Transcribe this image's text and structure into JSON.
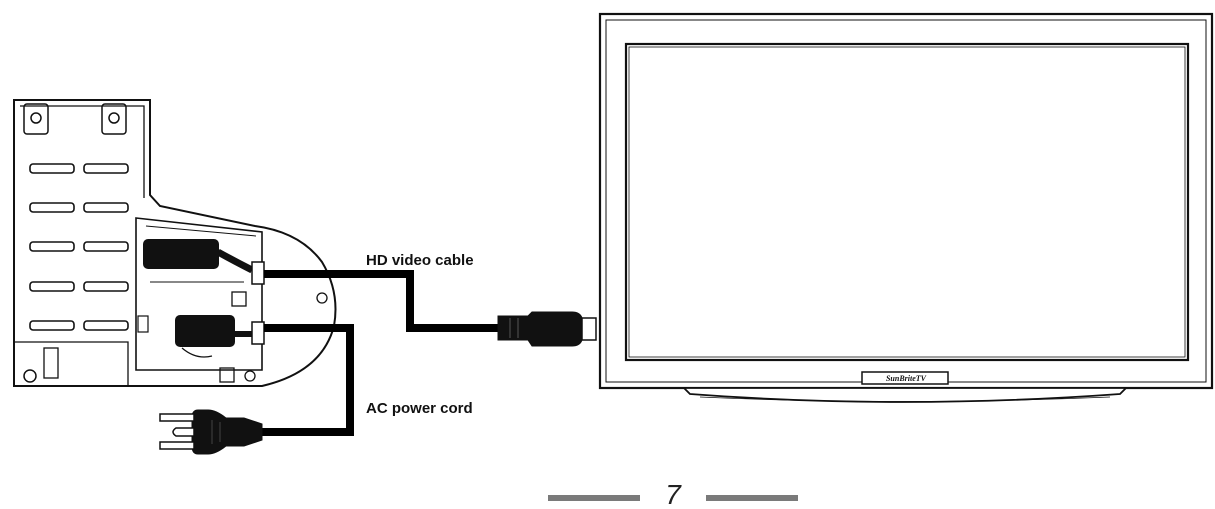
{
  "labels": {
    "hd_video_cable": "HD video cable",
    "ac_power_cord": "AC power cord"
  },
  "tv": {
    "brand": "SunBriteTV"
  },
  "footer": {
    "page_number": "7"
  },
  "colors": {
    "line": "#111111",
    "cable": "#000000",
    "footer_bar": "#7a7a7a"
  }
}
